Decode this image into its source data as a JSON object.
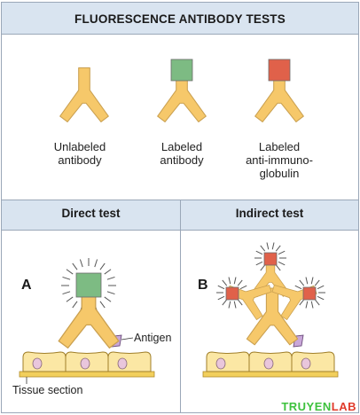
{
  "title": "FLUORESCENCE ANTIBODY TESTS",
  "legend": [
    {
      "lines": [
        "Unlabeled",
        "antibody"
      ],
      "label_color": "none"
    },
    {
      "lines": [
        "Labeled",
        "antibody"
      ],
      "label_color": "#7dbb83"
    },
    {
      "lines": [
        "Labeled",
        "anti-immuno-",
        "globulin"
      ],
      "label_color": "#e0614a"
    }
  ],
  "direct": {
    "heading": "Direct test",
    "letter": "A"
  },
  "indirect": {
    "heading": "Indirect test",
    "letter": "B"
  },
  "callouts": {
    "antigen": "Antigen",
    "tissue": "Tissue section"
  },
  "watermark": {
    "part1": "TRUYEN",
    "part2": "LAB"
  },
  "colors": {
    "header_bg": "#d9e4f0",
    "panel_border": "#9aa7b8",
    "antibody": "#f6c86a",
    "antibody_stroke": "#caa050",
    "green_label": "#7dbb83",
    "red_label": "#e0614a",
    "antigen": "#c9a7d9",
    "tissue_cell": "#fbe7a4",
    "tissue_base": "#f2cf5c",
    "nucleus": "#e9c6dc"
  }
}
